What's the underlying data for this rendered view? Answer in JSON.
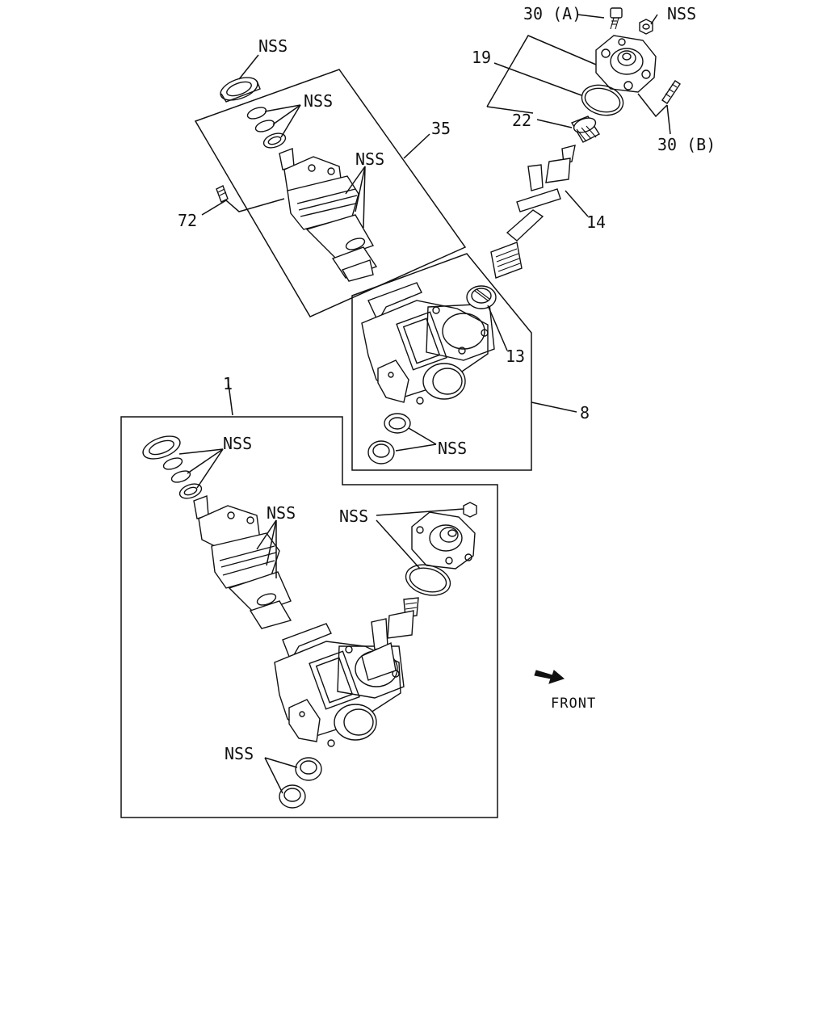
{
  "labels": {
    "a_nss_top": "NSS",
    "a_30a": "30 (A)",
    "a_19": "19",
    "a_22": "22",
    "a_30b": "30 (B)",
    "a_14": "14",
    "b_nss_seal": "NSS",
    "b_nss_rings": "NSS",
    "b_nss_valve": "NSS",
    "b_35": "35",
    "b_72": "72",
    "c_13": "13",
    "c_8": "8",
    "c_nss_bushings": "NSS",
    "d_1": "1",
    "d_nss_seals": "NSS",
    "d_nss_valve": "NSS",
    "d_nss_cover": "NSS",
    "d_nss_bushings": "NSS"
  },
  "front": {
    "label": "FRONT",
    "icon": "arrow-right-icon"
  }
}
